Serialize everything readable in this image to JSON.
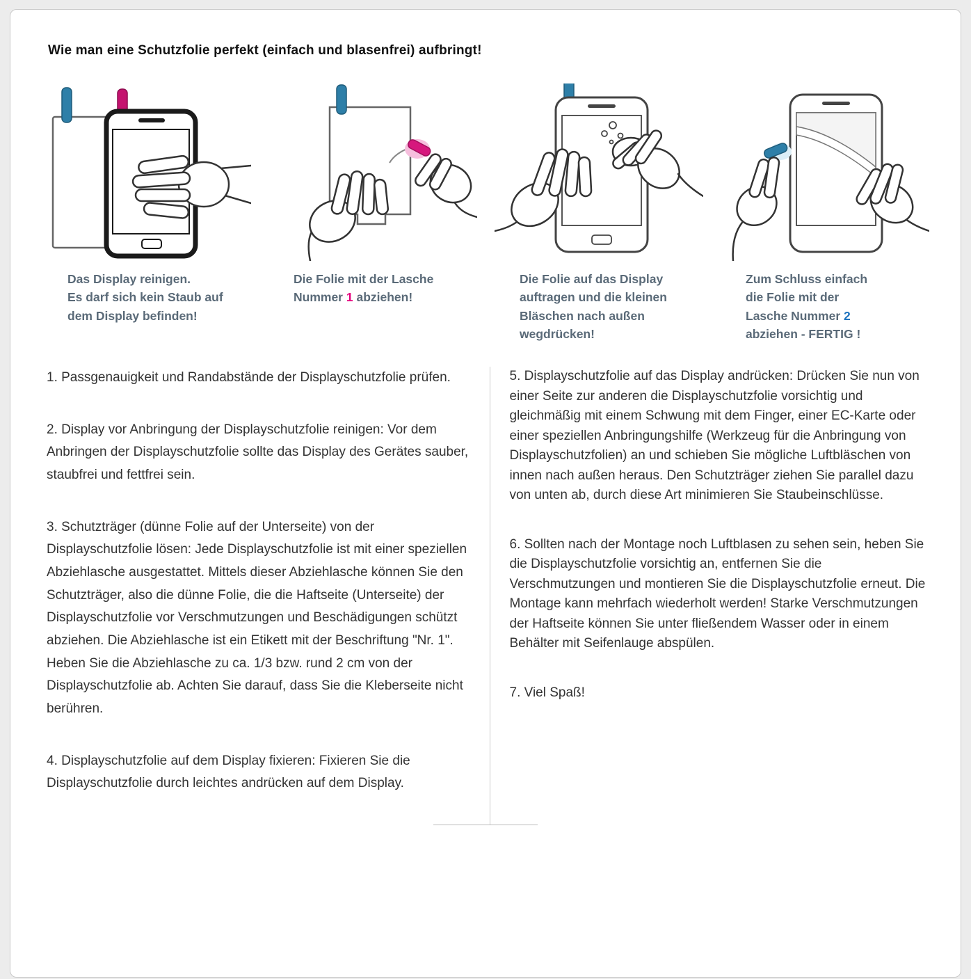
{
  "title": "Wie man eine Schutzfolie perfekt (einfach und blasenfrei) aufbringt!",
  "colors": {
    "accent_magenta": "#e5007d",
    "accent_blue": "#1e73be",
    "caption_text": "#5a6a78",
    "tab_blue": "#2e7fa8",
    "tab_magenta": "#c4136f"
  },
  "figures": [
    {
      "caption_line1": "Das Display reinigen.",
      "caption_line2": "Es darf sich kein Staub auf",
      "caption_line3": "dem Display befinden!"
    },
    {
      "caption_line1": "Die Folie mit der Lasche",
      "caption_line2_pre": "Nummer ",
      "caption_num": "1",
      "caption_line2_post": " abziehen!"
    },
    {
      "caption_line1": "Die Folie auf das Display",
      "caption_line2": "auftragen und die kleinen",
      "caption_line3": "Bläschen nach außen",
      "caption_line4": "wegdrücken!"
    },
    {
      "caption_line1": "Zum Schluss einfach",
      "caption_line2": "die Folie mit der",
      "caption_line3_pre": "Lasche Nummer ",
      "caption_num": "2",
      "caption_line4": "abziehen - FERTIG !"
    }
  ],
  "steps_left": [
    "1. Passgenauigkeit und Randabstände der Displayschutzfolie prüfen.",
    "2. Display vor Anbringung der Displayschutzfolie reinigen: Vor dem Anbringen der Displayschutzfolie sollte das Display des Gerätes sauber, staubfrei und fettfrei sein.",
    "3. Schutzträger (dünne Folie auf der Unterseite) von der Displayschutzfolie lösen: Jede Displayschutzfolie ist mit einer speziellen Abziehlasche ausgestattet. Mittels dieser Abziehlasche können Sie den Schutzträger, also die dünne Folie, die die Haftseite (Unterseite) der Displayschutzfolie vor Verschmutzungen und Beschädigungen schützt abziehen. Die Abziehlasche ist ein Etikett mit der Beschriftung \"Nr. 1\". Heben Sie die Abziehlasche zu ca. 1/3 bzw. rund 2 cm von der Displayschutzfolie ab. Achten Sie darauf, dass Sie die Kleberseite nicht berühren.",
    "4. Displayschutzfolie auf dem Display fixieren: Fixieren Sie die Displayschutzfolie durch leichtes andrücken auf dem Display."
  ],
  "steps_right": [
    "5. Displayschutzfolie auf das Display andrücken: Drücken Sie nun von einer Seite zur anderen die Displayschutzfolie vorsichtig und gleichmäßig mit einem Schwung mit dem Finger, einer EC-Karte oder einer speziellen Anbringungshilfe (Werkzeug für die Anbringung von Displayschutzfolien) an und schieben Sie mögliche Luftbläschen von innen nach außen heraus. Den Schutzträger ziehen Sie parallel dazu von unten ab, durch diese Art minimieren Sie Staubeinschlüsse.",
    "6. Sollten nach der Montage noch Luftblasen zu sehen sein, heben Sie die Displayschutzfolie vorsichtig an, entfernen Sie die Verschmutzungen und montieren Sie die Displayschutzfolie erneut. Die Montage kann mehrfach wiederholt werden! Starke Verschmutzungen der Haftseite können Sie unter fließendem Wasser oder in einem Behälter mit Seifenlauge abspülen.",
    "7. Viel Spaß!"
  ]
}
